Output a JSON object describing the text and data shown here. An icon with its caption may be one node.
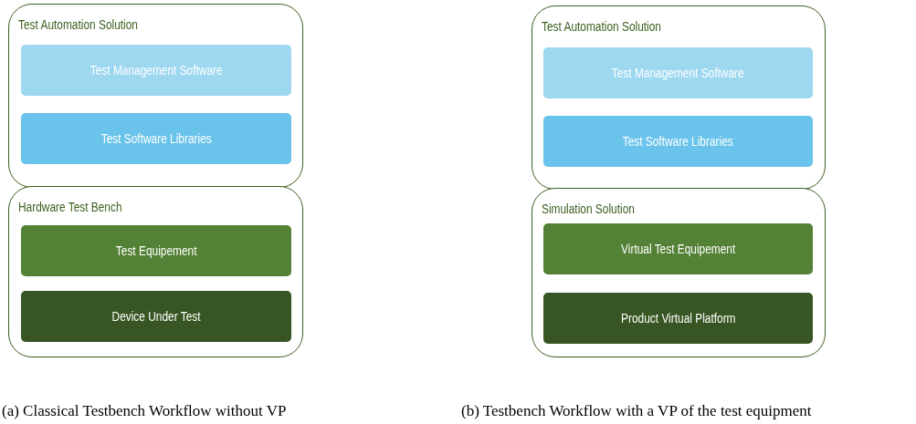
{
  "diagram": {
    "nodes": [
      {
        "text": [
          "Test Automation Solution"
        ]
      },
      {
        "text": [
          "Test Management Software"
        ],
        "in": 0
      },
      {
        "text": [
          "Test Software Libraries"
        ],
        "in": 0
      },
      {
        "text": [
          "Hardware Test Bench"
        ]
      },
      {
        "text": [
          "Test Equipement"
        ],
        "in": 3
      },
      {
        "text": [
          "Device Under Test"
        ],
        "in": 3
      },
      {
        "text": [
          "Test Automation Solution"
        ]
      },
      {
        "text": [
          "Test Management Software"
        ],
        "in": 6
      },
      {
        "text": [
          "Test Software Libraries"
        ],
        "in": 6
      },
      {
        "text": [
          "Simulation Solution"
        ]
      },
      {
        "text": [
          "Virtual Test Equipement"
        ],
        "in": 9
      },
      {
        "text": [
          "Product Virtual Platform"
        ],
        "in": 9
      }
    ],
    "edges": [],
    "labels": [
      "(a) Classical Testbench Workflow without VP",
      "(b) Testbench Workflow with a VP of the test equipment"
    ]
  }
}
